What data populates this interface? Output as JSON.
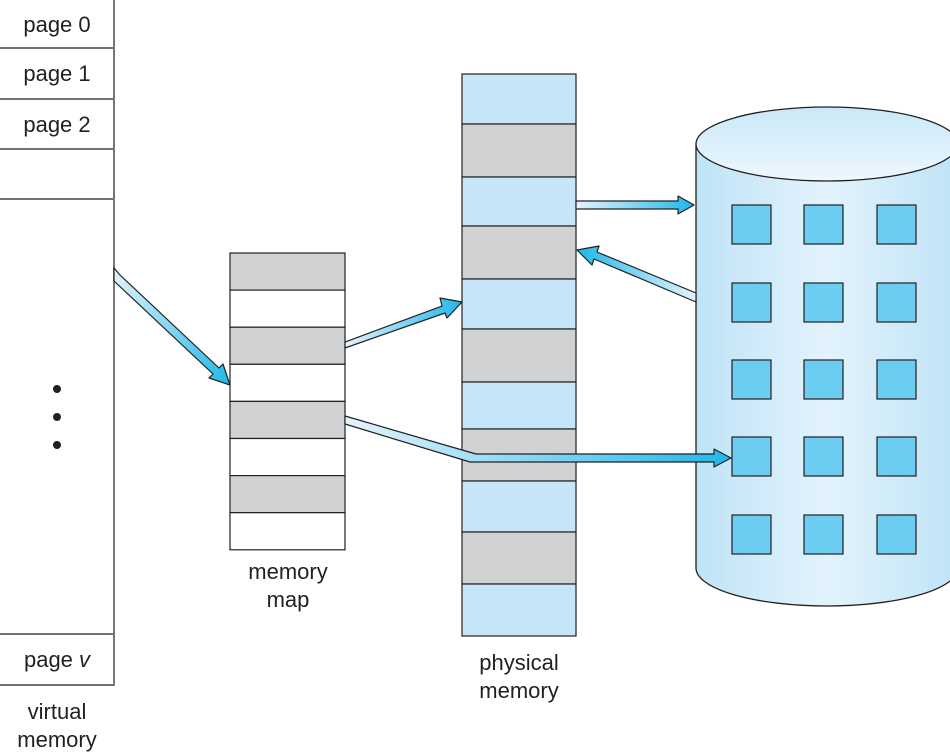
{
  "virtual_memory": {
    "label": "virtual\nmemory",
    "label_line1": "virtual",
    "label_line2": "memory",
    "pages": [
      {
        "label": "page 0"
      },
      {
        "label": "page 1"
      },
      {
        "label": "page 2"
      },
      {
        "label": ""
      },
      {
        "label": "page v",
        "prefix": "page ",
        "italic_var": "v"
      }
    ],
    "ellipsis": "⋮"
  },
  "memory_map": {
    "label_line1": "memory",
    "label_line2": "map",
    "entries": [
      "filled",
      "empty",
      "filled",
      "empty",
      "filled",
      "empty",
      "filled",
      "empty"
    ]
  },
  "physical_memory": {
    "label_line1": "physical",
    "label_line2": "memory",
    "frames": [
      "free",
      "used",
      "free",
      "used",
      "free",
      "used",
      "free",
      "used",
      "free",
      "used",
      "free"
    ]
  },
  "disk": {
    "rows": 5,
    "cols": 3
  },
  "colors": {
    "frame_free": "#c5e6f8",
    "frame_used": "#d1d2d4",
    "disk_block": "#6ccdf2",
    "arrow": "#1fb7ea",
    "outline": "#231f20"
  }
}
